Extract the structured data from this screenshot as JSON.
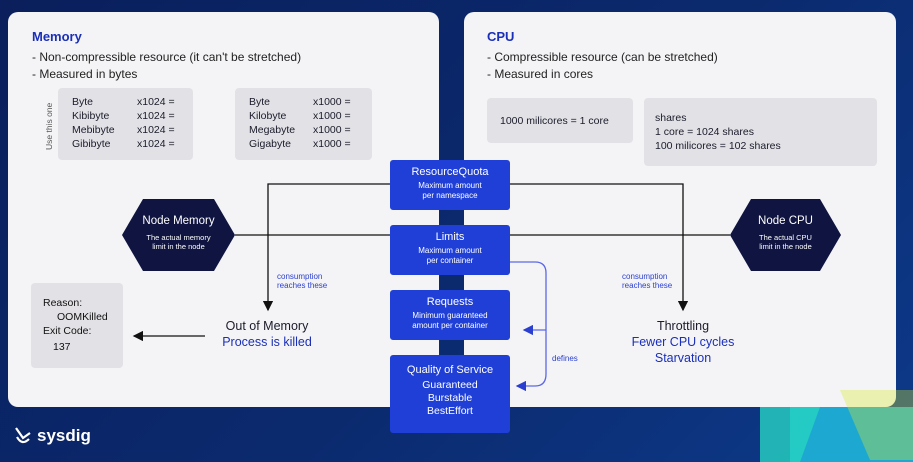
{
  "memory": {
    "title": "Memory",
    "bullets": [
      "- Non-compressible resource (it can't be stretched)",
      "- Measured in bytes"
    ],
    "use_this_one": "Use this one",
    "binary_units": [
      {
        "name": "Byte",
        "mult": "x1024 ="
      },
      {
        "name": "Kibibyte",
        "mult": "x1024 ="
      },
      {
        "name": "Mebibyte",
        "mult": "x1024 ="
      },
      {
        "name": "Gibibyte",
        "mult": "x1024 ="
      }
    ],
    "decimal_units": [
      {
        "name": "Byte",
        "mult": "x1000 ="
      },
      {
        "name": "Kilobyte",
        "mult": "x1000 ="
      },
      {
        "name": "Megabyte",
        "mult": "x1000 ="
      },
      {
        "name": "Gigabyte",
        "mult": "x1000 ="
      }
    ],
    "node_title": "Node Memory",
    "node_desc1": "The actual memory",
    "node_desc2": "limit in the node",
    "consumption1": "consumption",
    "consumption2": "reaches these",
    "oom1": "Out of Memory",
    "oom2": "Process is killed",
    "reason_label": "Reason:",
    "reason_value": "OOMKilled",
    "exit_label": "Exit Code:",
    "exit_value": "137"
  },
  "cpu": {
    "title": "CPU",
    "bullets": [
      "- Compressible resource (can be stretched)",
      "- Measured in cores"
    ],
    "millicores": "1000 milicores = 1 core",
    "shares_title": "shares",
    "shares_line1": "1 core = 1024 shares",
    "shares_line2": "100 milicores = 102 shares",
    "node_title": "Node CPU",
    "node_desc1": "The actual CPU",
    "node_desc2": "limit in the node",
    "consumption1": "consumption",
    "consumption2": "reaches these",
    "throttle1": "Throttling",
    "throttle2": "Fewer CPU cycles",
    "throttle3": "Starvation"
  },
  "center": {
    "quota_title": "ResourceQuota",
    "quota_s1": "Maximum amount",
    "quota_s2": "per namespace",
    "limits_title": "Limits",
    "limits_s1": "Maximum amount",
    "limits_s2": "per container",
    "requests_title": "Requests",
    "requests_s1": "Minimum guaranteed",
    "requests_s2": "amount per container",
    "qos_title": "Quality of Service",
    "qos_1": "Guaranteed",
    "qos_2": "Burstable",
    "qos_3": "BestEffort",
    "defines": "defines"
  },
  "brand": {
    "name": "sysdig"
  },
  "colors": {
    "accent": "#1f3fd6",
    "hex": "#0f1440",
    "background": "#0b2a6e"
  }
}
